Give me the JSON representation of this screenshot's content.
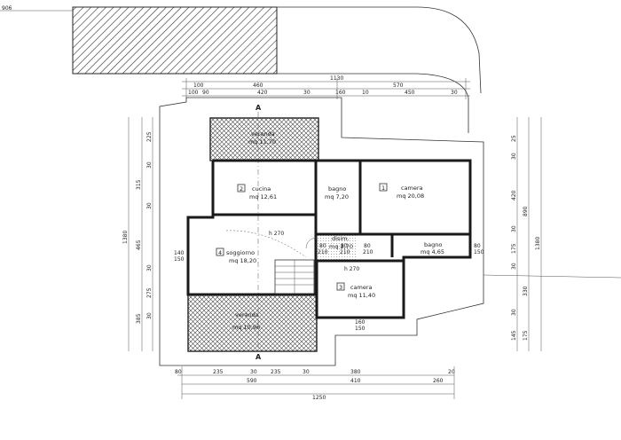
{
  "sheet": {
    "corner_code": "906",
    "section_marks": [
      "A",
      "A"
    ],
    "colors": {
      "ink": "#1a1a1a",
      "paper": "#ffffff",
      "hatch": "#333333"
    }
  },
  "rooms": [
    {
      "id": "veranda-top",
      "number": "",
      "name": "veranda",
      "area": "mq 11,70"
    },
    {
      "id": "cucina",
      "number": "2",
      "name": "cucina",
      "area": "mq 12,61"
    },
    {
      "id": "bagno-top",
      "number": "",
      "name": "bagno",
      "area": "mq 7,20"
    },
    {
      "id": "camera-1",
      "number": "1",
      "name": "camera",
      "area": "mq 20,08"
    },
    {
      "id": "soggiorno",
      "number": "4",
      "name": "soggiorno",
      "area": "mq 18,20"
    },
    {
      "id": "disim",
      "number": "",
      "name": "disim.",
      "area": "mq 2,70"
    },
    {
      "id": "bagno-right",
      "number": "",
      "name": "bagno",
      "area": "mq 4,65"
    },
    {
      "id": "camera-3",
      "number": "3",
      "name": "camera",
      "area": "mq 11,40"
    },
    {
      "id": "veranda-bottom",
      "number": "",
      "name": "veranda",
      "area": "mq 10,96"
    }
  ],
  "heights": [
    "h 270",
    "h 270"
  ],
  "openings": [
    "140",
    "150",
    "80",
    "210",
    "80",
    "210",
    "80",
    "210",
    "80",
    "150",
    "160",
    "150"
  ],
  "dims_top_row1": [
    "1130"
  ],
  "dims_top_row2": [
    "100",
    "460",
    "570"
  ],
  "dims_top_row3": [
    "100",
    "90",
    "420",
    "30",
    "160",
    "10",
    "450",
    "30"
  ],
  "dims_bottom_row1": [
    "80",
    "235",
    "30",
    "235",
    "30",
    "380",
    "20"
  ],
  "dims_bottom_row2": [
    "590",
    "410",
    "260"
  ],
  "dims_bottom_row3": [
    "1250"
  ],
  "dims_left": [
    "225",
    "30",
    "315",
    "30",
    "465",
    "30",
    "275",
    "30",
    "385",
    "1380"
  ],
  "dims_right": [
    "25",
    "30",
    "420",
    "30",
    "175",
    "30",
    "330",
    "30",
    "145",
    "175",
    "890",
    "1380"
  ]
}
